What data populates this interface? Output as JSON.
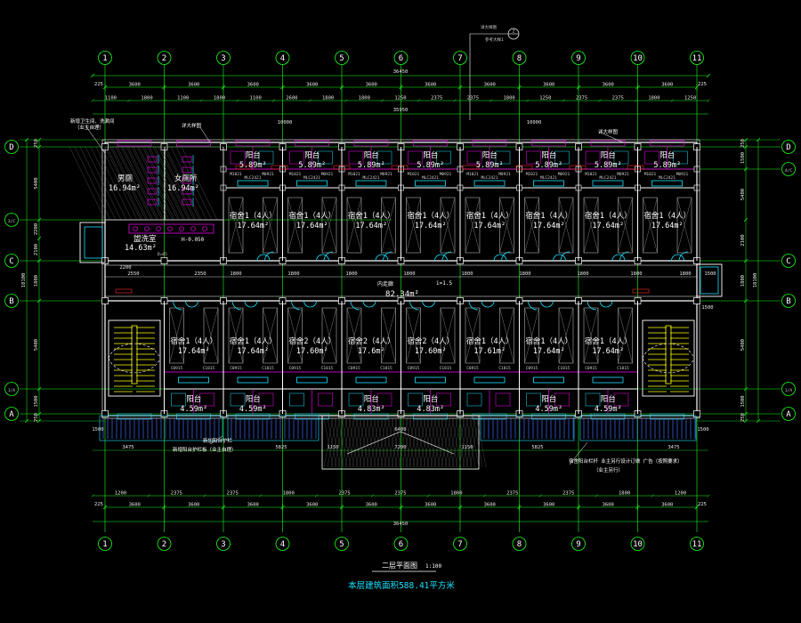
{
  "drawing": {
    "title": "二层平面图",
    "scale": "1:100",
    "area_note": "本层建筑面积588.41平方米",
    "top_total": "36450",
    "bottom_total": "36450",
    "top_sub": "35950",
    "top_inner": "10000",
    "bottom_sub": "6400",
    "corridor_label": "内走廊",
    "corridor_area": "82.34m²",
    "corridor_slope": "i=1.5",
    "callout_number": "2",
    "callout_text": "详大样图",
    "callout_label": "参考大样1"
  },
  "axes": {
    "columns": [
      "1",
      "2",
      "3",
      "4",
      "5",
      "6",
      "7",
      "8",
      "9",
      "10",
      "11"
    ],
    "rows_left": [
      "D",
      "3/C",
      "C",
      "B",
      "1/A",
      "A"
    ],
    "rows_right": [
      "D",
      "4/C",
      "C",
      "B",
      "1/A",
      "A"
    ]
  },
  "dims": {
    "col_spacing": [
      "3600",
      "3600",
      "3600",
      "3600",
      "3600",
      "3600",
      "3600",
      "3600",
      "3600",
      "3600"
    ],
    "edge": "225",
    "left_vertical": [
      "250",
      "5400",
      "2200",
      "2100",
      "1800",
      "5400",
      "1500",
      "250"
    ],
    "left_outer": "18100",
    "right_vertical": [
      "250",
      "1500",
      "5400",
      "2100",
      "1800",
      "5400",
      "1500",
      "250"
    ],
    "right_outer": "18100",
    "corridor_row": [
      "2550",
      "2350",
      "1800",
      "1800",
      "1800",
      "1800",
      "1800",
      "1800",
      "1800",
      "1800",
      "1800",
      "1500"
    ],
    "top_detail": [
      "1100",
      "1800",
      "1100",
      "1800",
      "1100",
      "2600",
      "1800",
      "1800",
      "1250",
      "2375",
      "2375",
      "1800",
      "1250",
      "2375",
      "2375",
      "1800",
      "1250"
    ],
    "bottom_detail": [
      "1200",
      "2375",
      "2375",
      "1800",
      "2375",
      "2375",
      "1800",
      "2375",
      "2375",
      "1800",
      "1200"
    ],
    "veranda": [
      "3475",
      "5825",
      "1150",
      "7200",
      "1150",
      "5825",
      "3475"
    ]
  },
  "rooms_top": [
    {
      "label": "宿舍1（4人）",
      "area": "17.64m²"
    },
    {
      "label": "宿舍1（4人）",
      "area": "17.64m²"
    },
    {
      "label": "宿舍1（4人）",
      "area": "17.64m²"
    },
    {
      "label": "宿舍1（4人）",
      "area": "17.64m²"
    },
    {
      "label": "宿舍1（4人）",
      "area": "17.64m²"
    },
    {
      "label": "宿舍1（4人）",
      "area": "17.64m²"
    },
    {
      "label": "宿舍1（4人）",
      "area": "17.64m²"
    },
    {
      "label": "宿舍1（4人）",
      "area": "17.64m²"
    }
  ],
  "rooms_bottom": [
    {
      "label": "宿舍1（4人）",
      "area": "17.64m²"
    },
    {
      "label": "宿舍1（4人）",
      "area": "17.64m²"
    },
    {
      "label": "宿舍2（4人）",
      "area": "17.60m²"
    },
    {
      "label": "宿舍2（4人）",
      "area": "17.6m²"
    },
    {
      "label": "宿舍2（4人）",
      "area": "17.60m²"
    },
    {
      "label": "宿舍1（4人）",
      "area": "17.61m²"
    },
    {
      "label": "宿舍1（4人）",
      "area": "17.64m²"
    },
    {
      "label": "宿舍1（4人）",
      "area": "17.64m²"
    }
  ],
  "balconies_top": [
    {
      "label": "阳台",
      "area": "5.89m²"
    },
    {
      "label": "阳台",
      "area": "5.89m²"
    },
    {
      "label": "阳台",
      "area": "5.89m²"
    },
    {
      "label": "阳台",
      "area": "5.89m²"
    },
    {
      "label": "阳台",
      "area": "5.89m²"
    },
    {
      "label": "阳台",
      "area": "5.89m²"
    },
    {
      "label": "阳台",
      "area": "5.89m²"
    },
    {
      "label": "阳台",
      "area": "5.89m²"
    }
  ],
  "balconies_bottom": [
    {
      "label": "阳台",
      "area": "4.59m²"
    },
    {
      "label": "阳台",
      "area": "4.59m²"
    },
    {
      "label": "阳台",
      "area": "4.83m²"
    },
    {
      "label": "阳台",
      "area": "4.83m²"
    },
    {
      "label": "阳台",
      "area": "4.59m²"
    },
    {
      "label": "阳台",
      "area": "4.59m²"
    }
  ],
  "toilets": {
    "male_label": "男厕",
    "male_area": "16.94m²",
    "female_label": "女厕所",
    "female_area": "16.94m²",
    "wash_label": "盥洗室",
    "wash_area": "14.63m²",
    "wash_level": "H-0.050",
    "wash_note": "D=65"
  },
  "notes": {
    "top_left": "新增卫生间、洗漱间",
    "top_left_sub": "（业主自理）",
    "top_mid": "详大样图",
    "right_top": "详大样图",
    "bottom_left": "新加阳台护栏",
    "bottom_left_sub": "新增阳台护栏板（业主自理）",
    "bottom_right": "宿舍阳台栏杆  业主另行设计订做  广告（按照要求）",
    "bottom_right_sub": "（业主另行）"
  },
  "door_tags": [
    "M1021",
    "M0921",
    "C1815",
    "MLC2421",
    "C0915"
  ],
  "colors": {
    "axis": "#19ff19",
    "wall": "#ffffff",
    "magenta": "#ff00ff",
    "cyan": "#19e3ff",
    "yellow": "#ffff00",
    "red": "#ff2a2a",
    "blue": "#3f6bff",
    "grey": "#8a8a8a"
  }
}
